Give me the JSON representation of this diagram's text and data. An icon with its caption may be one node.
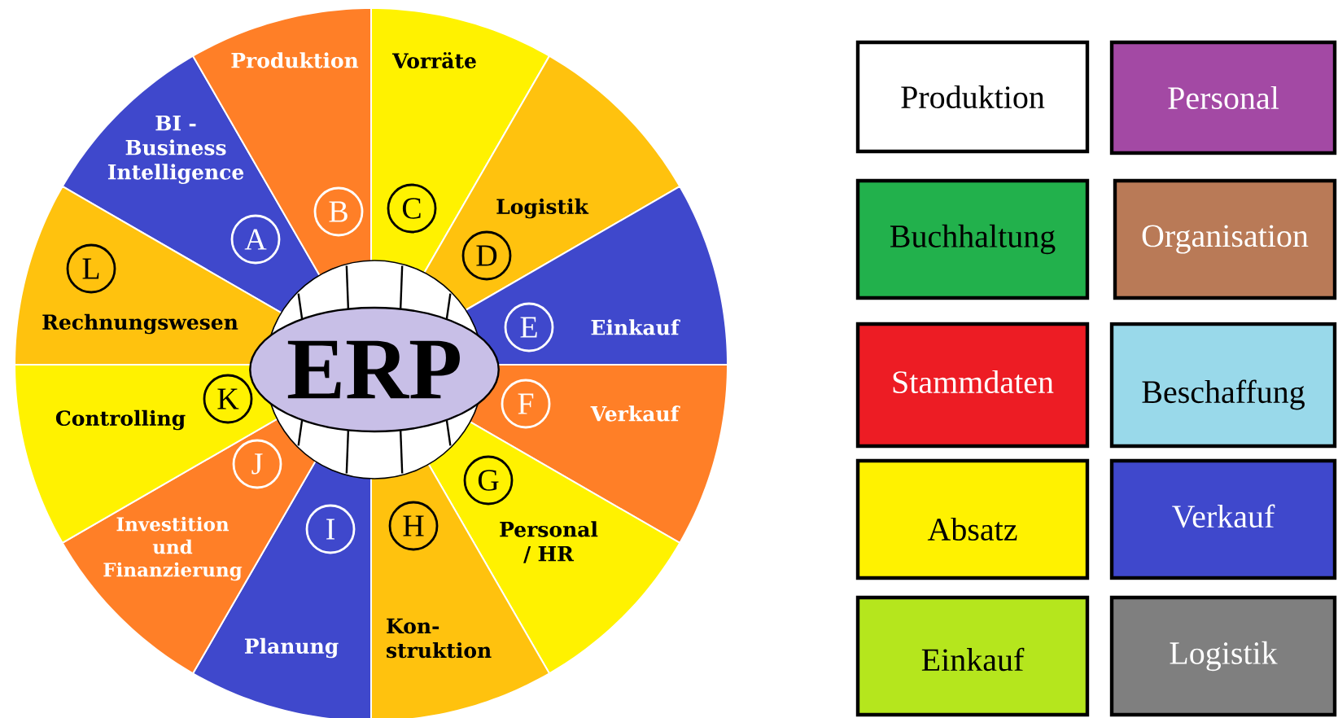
{
  "diagram": {
    "nodes": [
      {
        "text": [
          "ERP"
        ]
      },
      {
        "text": [
          "BI - Business Intelligence"
        ]
      },
      {
        "text": [
          "A"
        ],
        "in": 1
      },
      {
        "text": [
          "Produktion"
        ]
      },
      {
        "text": [
          "B"
        ],
        "in": 3
      },
      {
        "text": [
          "Vorräte"
        ]
      },
      {
        "text": [
          "C"
        ],
        "in": 5
      },
      {
        "text": [
          "Logistik"
        ]
      },
      {
        "text": [
          "D"
        ],
        "in": 7
      },
      {
        "text": [
          "Einkauf"
        ]
      },
      {
        "text": [
          "E"
        ],
        "in": 9
      },
      {
        "text": [
          "Verkauf"
        ]
      },
      {
        "text": [
          "F"
        ],
        "in": 11
      },
      {
        "text": [
          "Personal / HR"
        ]
      },
      {
        "text": [
          "G"
        ],
        "in": 13
      },
      {
        "text": [
          "Kon- struktion"
        ]
      },
      {
        "text": [
          "H"
        ],
        "in": 15
      },
      {
        "text": [
          "Planung"
        ]
      },
      {
        "text": [
          "I"
        ],
        "in": 17
      },
      {
        "text": [
          "Investition und Finanzierung"
        ]
      },
      {
        "text": [
          "J"
        ],
        "in": 19
      },
      {
        "text": [
          "Controlling"
        ]
      },
      {
        "text": [
          "K"
        ],
        "in": 21
      },
      {
        "text": [
          "Rechnungswesen"
        ]
      },
      {
        "text": [
          "L"
        ],
        "in": 23
      },
      {
        "text": [
          "Produktion"
        ]
      },
      {
        "text": [
          "Personal"
        ]
      },
      {
        "text": [
          "Buchhaltung"
        ]
      },
      {
        "text": [
          "Organisation"
        ]
      },
      {
        "text": [
          "Stammdaten"
        ]
      },
      {
        "text": [
          "Beschaffung"
        ]
      },
      {
        "text": [
          "Absatz"
        ]
      },
      {
        "text": [
          "Verkauf"
        ]
      },
      {
        "text": [
          "Einkauf"
        ]
      },
      {
        "text": [
          "Logistik"
        ]
      }
    ]
  }
}
